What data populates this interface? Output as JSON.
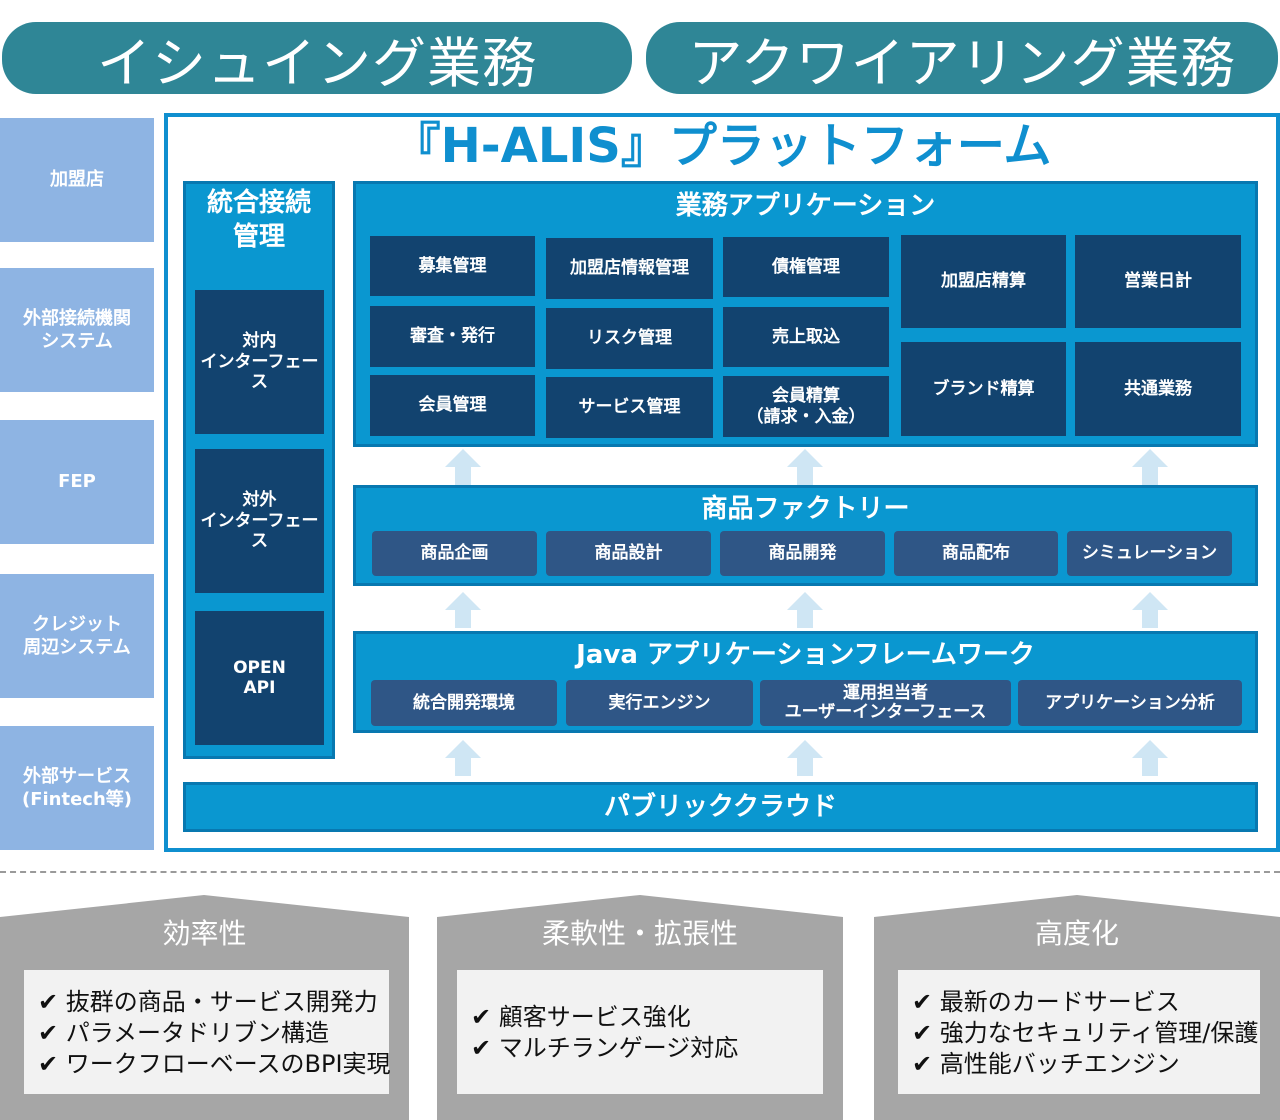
{
  "top_pills": [
    "イシュイング業務",
    "アクワイアリング業務"
  ],
  "side_items": [
    "加盟店",
    "外部接続機関\nシステム",
    "FEP",
    "クレジット\n周辺システム",
    "外部サービス\n(Fintech等)"
  ],
  "platform": {
    "title": "『H-ALIS』プラットフォーム",
    "integration": {
      "title": "統合接続\n管理",
      "items": [
        "対内\nインターフェース",
        "対外\nインターフェース",
        "OPEN\nAPI"
      ]
    },
    "business_apps": {
      "title": "業務アプリケーション",
      "items": [
        "募集管理",
        "加盟店情報管理",
        "債権管理",
        "審査・発行",
        "リスク管理",
        "売上取込",
        "会員管理",
        "サービス管理",
        "会員精算\n（請求・入金）",
        "加盟店精算",
        "営業日計",
        "ブランド精算",
        "共通業務"
      ]
    },
    "product_factory": {
      "title": "商品ファクトリー",
      "items": [
        "商品企画",
        "商品設計",
        "商品開発",
        "商品配布",
        "シミュレーション"
      ]
    },
    "java_framework": {
      "title": "Java アプリケーションフレームワーク",
      "items": [
        "統合開発環境",
        "実行エンジン",
        "運用担当者\nユーザーインターフェース",
        "アプリケーション分析"
      ]
    },
    "public_cloud": "パブリッククラウド"
  },
  "benefits": [
    {
      "title": "効率性",
      "items": [
        "✔ 抜群の商品・サービス開発力",
        "✔ パラメータドリブン構造",
        "✔ ワークフローベースのBPI実現"
      ]
    },
    {
      "title": "柔軟性・拡張性",
      "items": [
        "✔ 顧客サービス強化",
        "✔ マルチランゲージ対応"
      ]
    },
    {
      "title": "高度化",
      "items": [
        "✔ 最新のカードサービス",
        "✔ 強力なセキュリティ管理/保護",
        "✔ 高性能バッチエンジン"
      ]
    }
  ],
  "colors": {
    "pill": "#2f8696",
    "side": "#8eb4e3",
    "platform_border": "#0f8fcf",
    "navy": "#12436f",
    "slate": "#2f5686",
    "arrow": "#cfe6f4",
    "benefit": "#a6a6a6"
  }
}
